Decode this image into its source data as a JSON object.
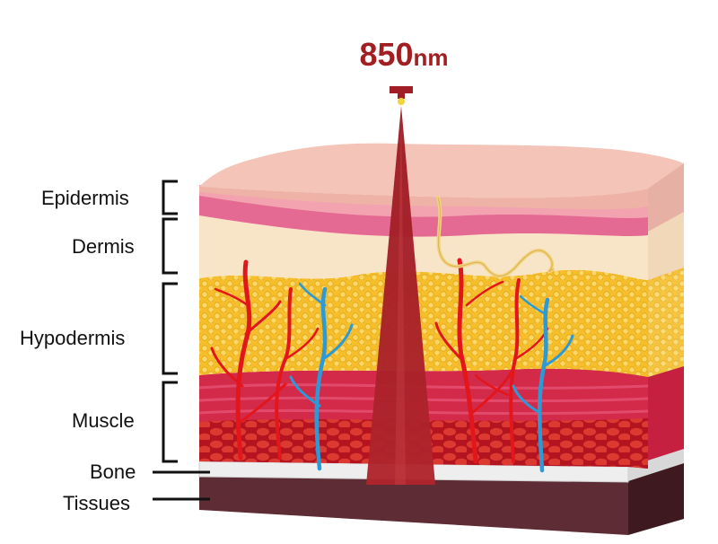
{
  "beam": {
    "wavelength_value": "850",
    "wavelength_unit": "nm"
  },
  "labels": {
    "epidermis": "Epidermis",
    "dermis": "Dermis",
    "hypodermis": "Hypodermis",
    "muscle": "Muscle",
    "bone": "Bone",
    "tissues": "Tissues"
  },
  "colors": {
    "beam": "#a01e24",
    "skin_surface": "#f4c4b8",
    "epidermis_band": "#e46a94",
    "dermis": "#f8e4c6",
    "fat": "#f6c02c",
    "muscle": "#d82b4a",
    "muscle_cells": "#d6322a",
    "artery": "#e3161c",
    "vein": "#2a9ad8",
    "bone": "#eeeeee",
    "base_tissue": "#5e2c34",
    "nerve": "#f2d480"
  }
}
